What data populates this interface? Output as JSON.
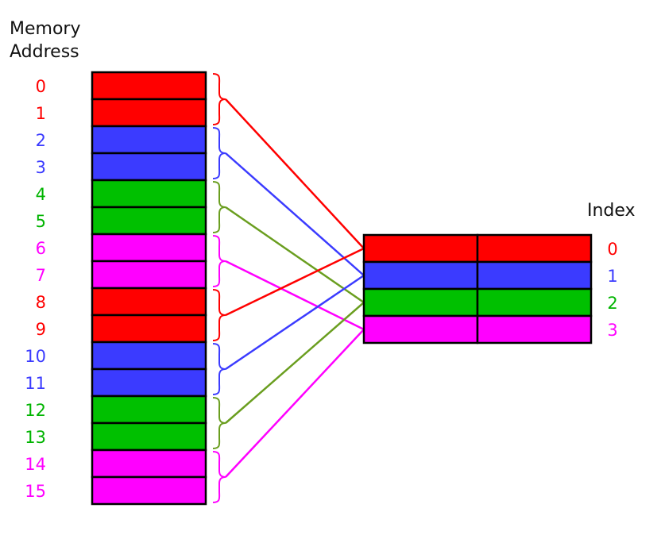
{
  "titles": {
    "memory_line1": "Memory",
    "memory_line2": "Address",
    "index": "Index"
  },
  "colors": {
    "red": "#ff0000",
    "blue": "#3b3bff",
    "green": "#00c000",
    "magenta": "#ff00ff",
    "line_red": "#ff0000",
    "line_blue": "#3b3bff",
    "line_green": "#6a9e1f",
    "line_magenta": "#ff00ff",
    "label_red": "#ff0000",
    "label_blue": "#3b3bff",
    "label_green": "#00b400",
    "label_magenta": "#ff00ff",
    "outline": "#000000"
  },
  "memory": [
    {
      "label": "0",
      "color": "red"
    },
    {
      "label": "1",
      "color": "red"
    },
    {
      "label": "2",
      "color": "blue"
    },
    {
      "label": "3",
      "color": "blue"
    },
    {
      "label": "4",
      "color": "green"
    },
    {
      "label": "5",
      "color": "green"
    },
    {
      "label": "6",
      "color": "magenta"
    },
    {
      "label": "7",
      "color": "magenta"
    },
    {
      "label": "8",
      "color": "red"
    },
    {
      "label": "9",
      "color": "red"
    },
    {
      "label": "10",
      "color": "blue"
    },
    {
      "label": "11",
      "color": "blue"
    },
    {
      "label": "12",
      "color": "green"
    },
    {
      "label": "13",
      "color": "green"
    },
    {
      "label": "14",
      "color": "magenta"
    },
    {
      "label": "15",
      "color": "magenta"
    }
  ],
  "cache": {
    "columns": 2,
    "rows": [
      {
        "label": "0",
        "color": "red"
      },
      {
        "label": "1",
        "color": "blue"
      },
      {
        "label": "2",
        "color": "green"
      },
      {
        "label": "3",
        "color": "magenta"
      }
    ]
  },
  "mapping": [
    {
      "block": 0,
      "index": 0
    },
    {
      "block": 1,
      "index": 1
    },
    {
      "block": 2,
      "index": 2
    },
    {
      "block": 3,
      "index": 3
    },
    {
      "block": 4,
      "index": 0
    },
    {
      "block": 5,
      "index": 1
    },
    {
      "block": 6,
      "index": 2
    },
    {
      "block": 7,
      "index": 3
    }
  ]
}
